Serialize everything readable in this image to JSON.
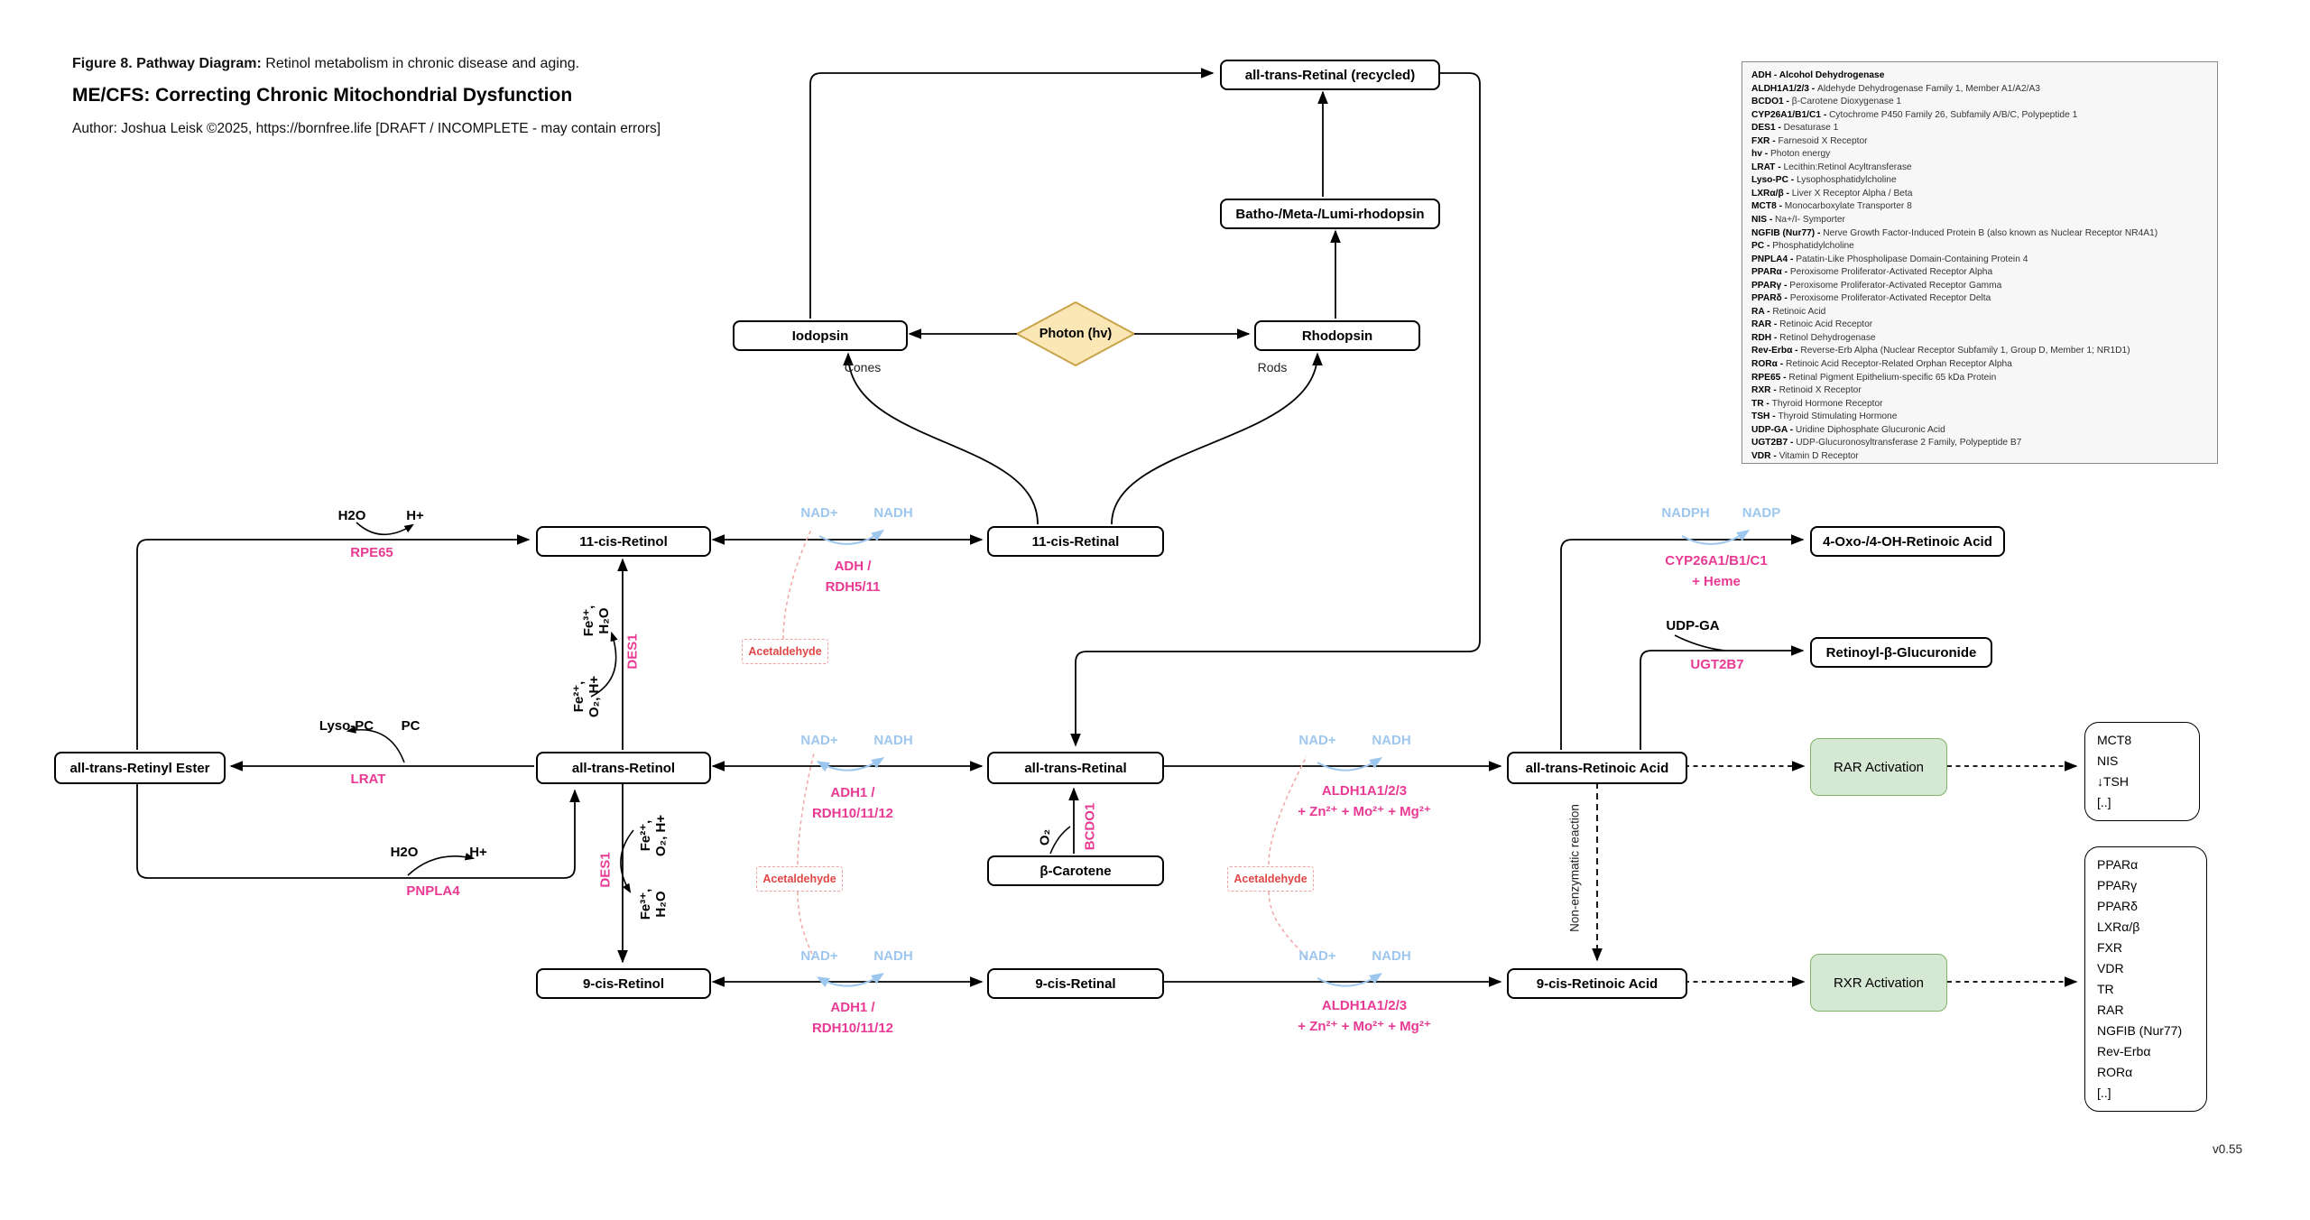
{
  "header": {
    "figure_label": "Figure 8.",
    "figure_title": "Pathway Diagram:",
    "figure_desc": " Retinol metabolism in chronic disease and aging.",
    "title": "ME/CFS: Correcting Chronic Mitochondrial Dysfunction",
    "author": "Author: Joshua Leisk ©2025, https://bornfree.life [DRAFT / INCOMPLETE - may contain errors]"
  },
  "version": "v0.55",
  "colors": {
    "enzyme_pink": "#e83a93",
    "cofactor_blue": "#9ec7ef",
    "activation_fill": "#d5e8d4",
    "activation_border": "#82b366",
    "photon_fill": "#fae7b5",
    "photon_border": "#c9a34a",
    "acetaldehyde_red": "#e04545"
  },
  "nodes": {
    "recycled": "all-trans-Retinal (recycled)",
    "batho": "Batho-/Meta-/Lumi-rhodopsin",
    "iodopsin": "Iodopsin",
    "rhodopsin": "Rhodopsin",
    "photon": "Photon (hv)",
    "r11_retinol": "11-cis-Retinol",
    "r11_retinal": "11-cis-Retinal",
    "retinyl_ester": "all-trans-Retinyl Ester",
    "at_retinol": "all-trans-Retinol",
    "at_retinal": "all-trans-Retinal",
    "at_retinoic_acid": "all-trans-Retinoic Acid",
    "oxo": "4-Oxo-/4-OH-Retinoic Acid",
    "glucuronide": "Retinoyl-β-Glucuronide",
    "beta_carotene": "β-Carotene",
    "c9_retinol": "9-cis-Retinol",
    "c9_retinal": "9-cis-Retinal",
    "c9_retinoic_acid": "9-cis-Retinoic Acid",
    "rar_activation": "RAR Activation",
    "rxr_activation": "RXR Activation"
  },
  "labels": {
    "h2o": "H2O",
    "h_plus": "H+",
    "rpe65": "RPE65",
    "nad": "NAD+",
    "nadh": "NADH",
    "adh_rdh511": "ADH /\nRDH5/11",
    "adh1_rdh": "ADH1 /\nRDH10/11/12",
    "aldh": "ALDH1A1/2/3",
    "aldh_cofactors": "+ Zn²⁺ + Mo²⁺ + Mg²⁺",
    "lyso_pc": "Lyso-PC",
    "pc": "PC",
    "lrat": "LRAT",
    "pnpla4": "PNPLA4",
    "des1": "DES1",
    "fe3_h2o": "Fe³⁺,\nH₂O",
    "fe2_o2_h": "Fe²⁺,\nO₂, H+",
    "o2": "O₂",
    "bcdo1": "BCDO1",
    "nadph": "NADPH",
    "nadp": "NADP",
    "cyp26": "CYP26A1/B1/C1\n+ Heme",
    "udp_ga": "UDP-GA",
    "ugt2b7": "UGT2B7",
    "non_enzymatic": "Non-enzymatic reaction",
    "cones": "Cones",
    "rods": "Rods",
    "acetaldehyde": "Acetaldehyde"
  },
  "lists": {
    "rar_targets": [
      "MCT8",
      "NIS",
      "↓TSH",
      "[..]"
    ],
    "rxr_targets": [
      "PPARα",
      "PPARγ",
      "PPARδ",
      "LXRα/β",
      "FXR",
      "VDR",
      "TR",
      "RAR",
      "NGFIB (Nur77)",
      "Rev-Erbα",
      "RORα",
      "[..]"
    ]
  },
  "legend": {
    "items": [
      {
        "abbr": "ADH",
        "desc": "Alcohol Dehydrogenase"
      },
      {
        "abbr": "ALDH1A1/2/3",
        "desc": "Aldehyde Dehydrogenase Family 1, Member A1/A2/A3"
      },
      {
        "abbr": "BCDO1",
        "desc": "β-Carotene Dioxygenase 1"
      },
      {
        "abbr": "CYP26A1/B1/C1",
        "desc": "Cytochrome P450 Family 26, Subfamily A/B/C, Polypeptide 1"
      },
      {
        "abbr": "DES1",
        "desc": "Desaturase 1"
      },
      {
        "abbr": "FXR",
        "desc": "Farnesoid X Receptor"
      },
      {
        "abbr": "hv",
        "desc": "Photon energy"
      },
      {
        "abbr": "LRAT",
        "desc": "Lecithin:Retinol Acyltransferase"
      },
      {
        "abbr": "Lyso-PC",
        "desc": "Lysophosphatidylcholine"
      },
      {
        "abbr": "LXRα/β",
        "desc": "Liver X Receptor Alpha / Beta"
      },
      {
        "abbr": "MCT8",
        "desc": "Monocarboxylate Transporter 8"
      },
      {
        "abbr": "NIS",
        "desc": "Na+/I- Symporter"
      },
      {
        "abbr": "NGFIB (Nur77)",
        "desc": "Nerve Growth Factor-Induced Protein B (also known as Nuclear Receptor NR4A1)"
      },
      {
        "abbr": "PC",
        "desc": "Phosphatidylcholine"
      },
      {
        "abbr": "PNPLA4",
        "desc": "Patatin-Like Phospholipase Domain-Containing Protein 4"
      },
      {
        "abbr": "PPARα",
        "desc": "Peroxisome Proliferator-Activated Receptor Alpha"
      },
      {
        "abbr": "PPARγ",
        "desc": "Peroxisome Proliferator-Activated Receptor Gamma"
      },
      {
        "abbr": "PPARδ",
        "desc": "Peroxisome Proliferator-Activated Receptor Delta"
      },
      {
        "abbr": "RA",
        "desc": "Retinoic Acid"
      },
      {
        "abbr": "RAR",
        "desc": "Retinoic Acid Receptor"
      },
      {
        "abbr": "RDH",
        "desc": "Retinol Dehydrogenase"
      },
      {
        "abbr": "Rev-Erbα",
        "desc": "Reverse-Erb Alpha (Nuclear Receptor Subfamily 1, Group D, Member 1; NR1D1)"
      },
      {
        "abbr": "RORα",
        "desc": "Retinoic Acid Receptor-Related Orphan Receptor Alpha"
      },
      {
        "abbr": "RPE65",
        "desc": "Retinal Pigment Epithelium-specific 65 kDa Protein"
      },
      {
        "abbr": "RXR",
        "desc": "Retinoid X Receptor"
      },
      {
        "abbr": "TR",
        "desc": "Thyroid Hormone Receptor"
      },
      {
        "abbr": "TSH",
        "desc": "Thyroid Stimulating Hormone"
      },
      {
        "abbr": "UDP-GA",
        "desc": "Uridine Diphosphate Glucuronic Acid"
      },
      {
        "abbr": "UGT2B7",
        "desc": "UDP-Glucuronosyltransferase 2 Family, Polypeptide B7"
      },
      {
        "abbr": "VDR",
        "desc": "Vitamin D Receptor"
      }
    ]
  }
}
